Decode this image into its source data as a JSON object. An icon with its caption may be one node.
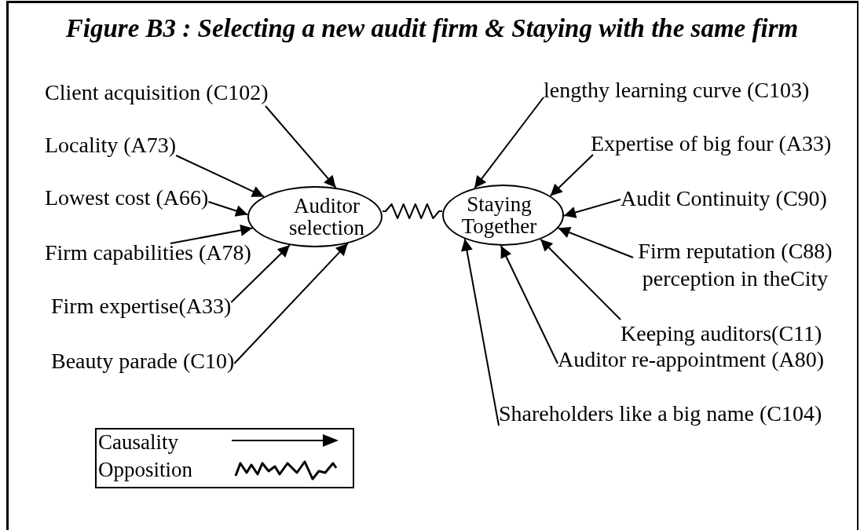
{
  "diagram": {
    "title": "Figure B3 : Selecting a new audit firm & Staying with the same firm",
    "nodes": [
      {
        "text": [
          "Auditor selection"
        ]
      },
      {
        "text": [
          "Staying Together"
        ]
      },
      {
        "text": [
          "Client acquisition (C102)"
        ]
      },
      {
        "text": [
          "Locality (A73)"
        ]
      },
      {
        "text": [
          "Lowest cost (A66)"
        ]
      },
      {
        "text": [
          "Firm capabilities (A78)"
        ]
      },
      {
        "text": [
          "Firm expertise(A33)"
        ]
      },
      {
        "text": [
          "Beauty parade (C10)"
        ]
      },
      {
        "text": [
          "lengthy learning curve (C103)"
        ]
      },
      {
        "text": [
          "Expertise of big four (A33)"
        ]
      },
      {
        "text": [
          "Audit Continuity (C90)"
        ]
      },
      {
        "text": [
          "Firm reputation (C88) perception in theCity"
        ]
      },
      {
        "text": [
          "Keeping auditors(C11)"
        ]
      },
      {
        "text": [
          "Auditor re-appointment (A80)"
        ]
      },
      {
        "text": [
          "Shareholders like a big name (C104)"
        ]
      }
    ],
    "edges": [
      {
        "from": 2,
        "to": 0,
        "arrow": "to"
      },
      {
        "from": 3,
        "to": 0,
        "arrow": "to"
      },
      {
        "from": 4,
        "to": 0,
        "arrow": "to"
      },
      {
        "from": 5,
        "to": 0,
        "arrow": "to"
      },
      {
        "from": 6,
        "to": 0,
        "arrow": "to"
      },
      {
        "from": 7,
        "to": 0,
        "arrow": "to"
      },
      {
        "from": 0,
        "to": 1,
        "arrow": "none"
      },
      {
        "from": 8,
        "to": 1,
        "arrow": "to"
      },
      {
        "from": 9,
        "to": 1,
        "arrow": "to"
      },
      {
        "from": 10,
        "to": 1,
        "arrow": "to"
      },
      {
        "from": 11,
        "to": 1,
        "arrow": "to"
      },
      {
        "from": 12,
        "to": 1,
        "arrow": "to"
      },
      {
        "from": 13,
        "to": 1,
        "arrow": "to"
      },
      {
        "from": 14,
        "to": 1,
        "arrow": "to"
      }
    ],
    "legend": [
      {
        "text": "Causality"
      },
      {
        "text": "Opposition"
      }
    ]
  }
}
